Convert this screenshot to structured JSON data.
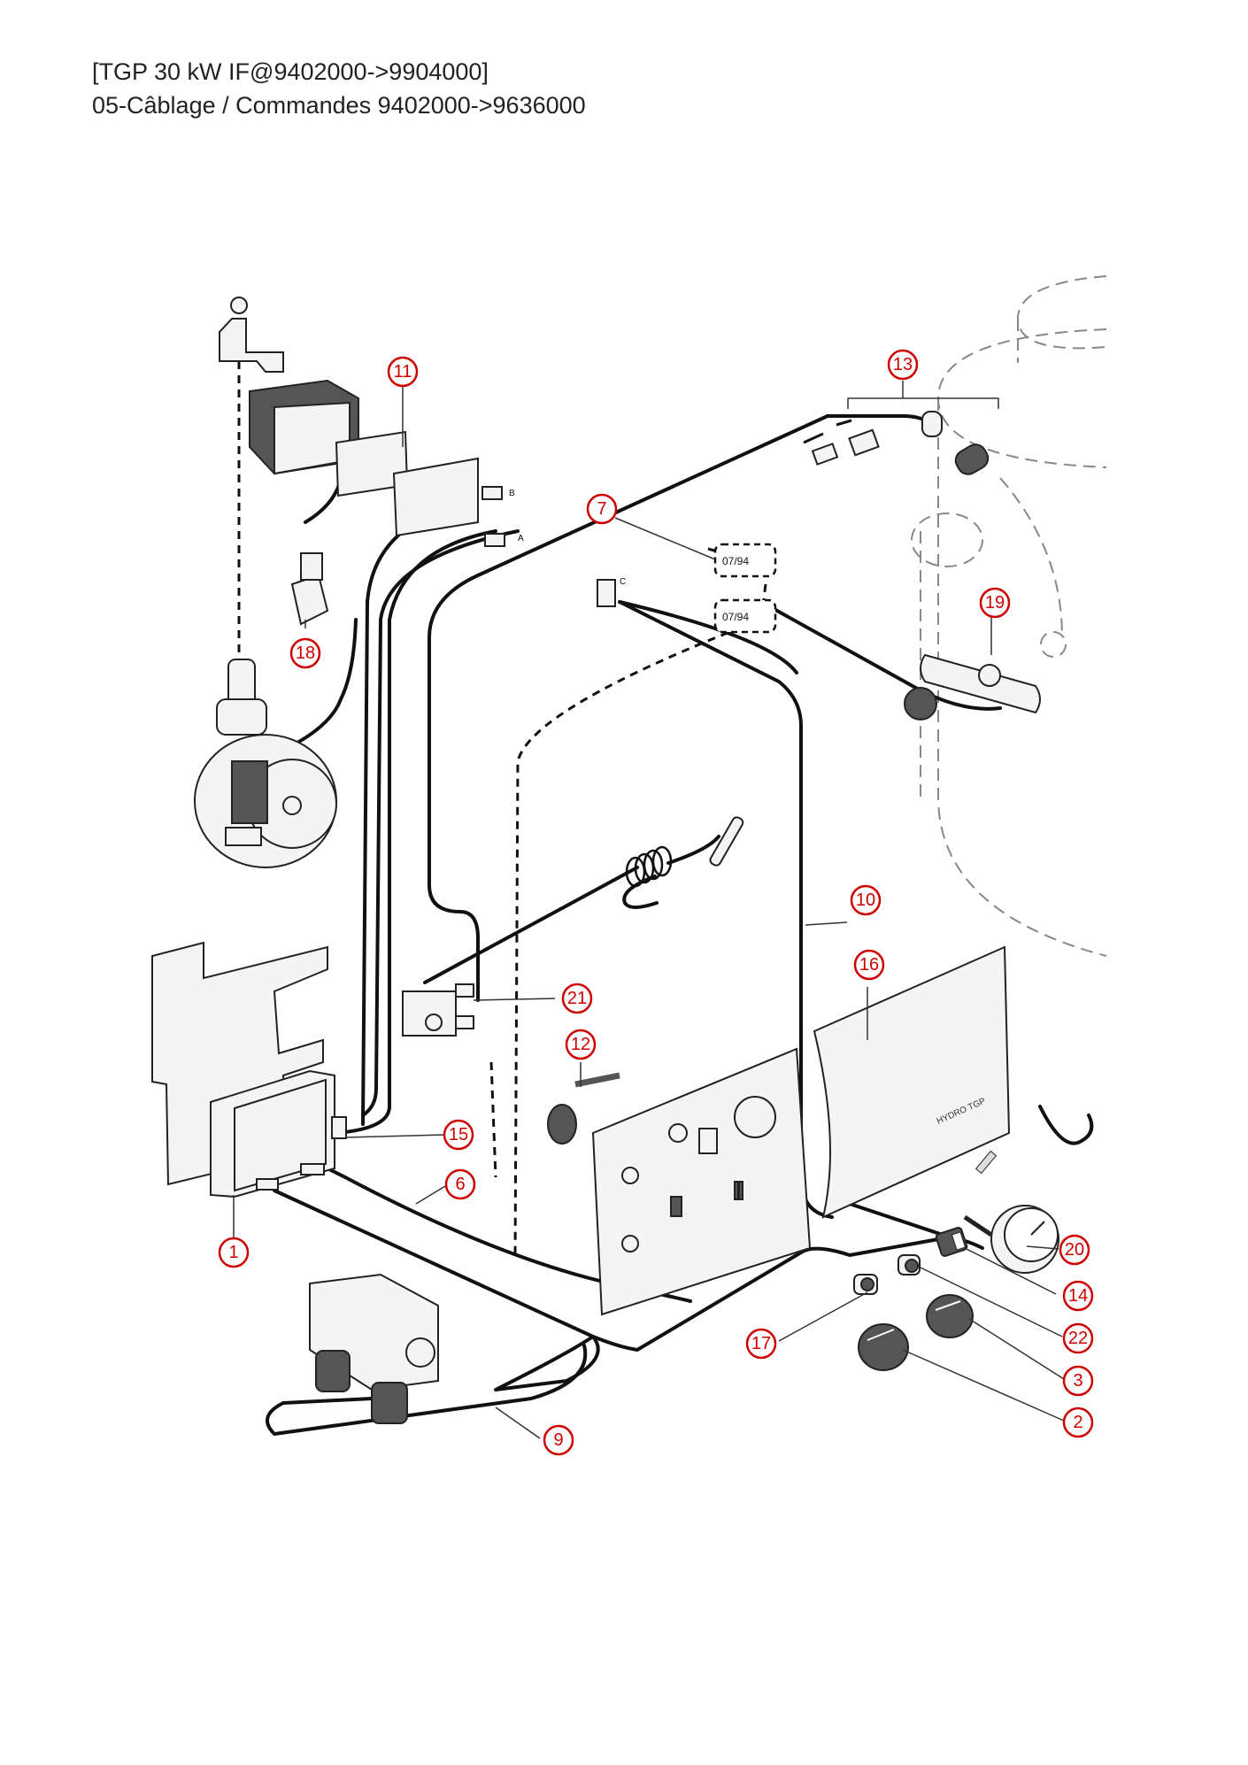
{
  "header": {
    "title_line1": "[TGP 30 kW IF@9402000->9904000]",
    "title_line2": "05-Câblage / Commandes 9402000->9636000"
  },
  "callouts": [
    "11",
    "13",
    "7",
    "19",
    "18",
    "10",
    "16",
    "21",
    "12",
    "15",
    "6",
    "1",
    "20",
    "14",
    "22",
    "17",
    "3",
    "2",
    "9"
  ],
  "date_marks": [
    "07/94",
    "07/94"
  ],
  "connector_letters": [
    "B",
    "A",
    "C"
  ],
  "panel_logo_text": "HYDRO TGP",
  "colors": {
    "callout": "#d10000",
    "line": "#111111"
  }
}
